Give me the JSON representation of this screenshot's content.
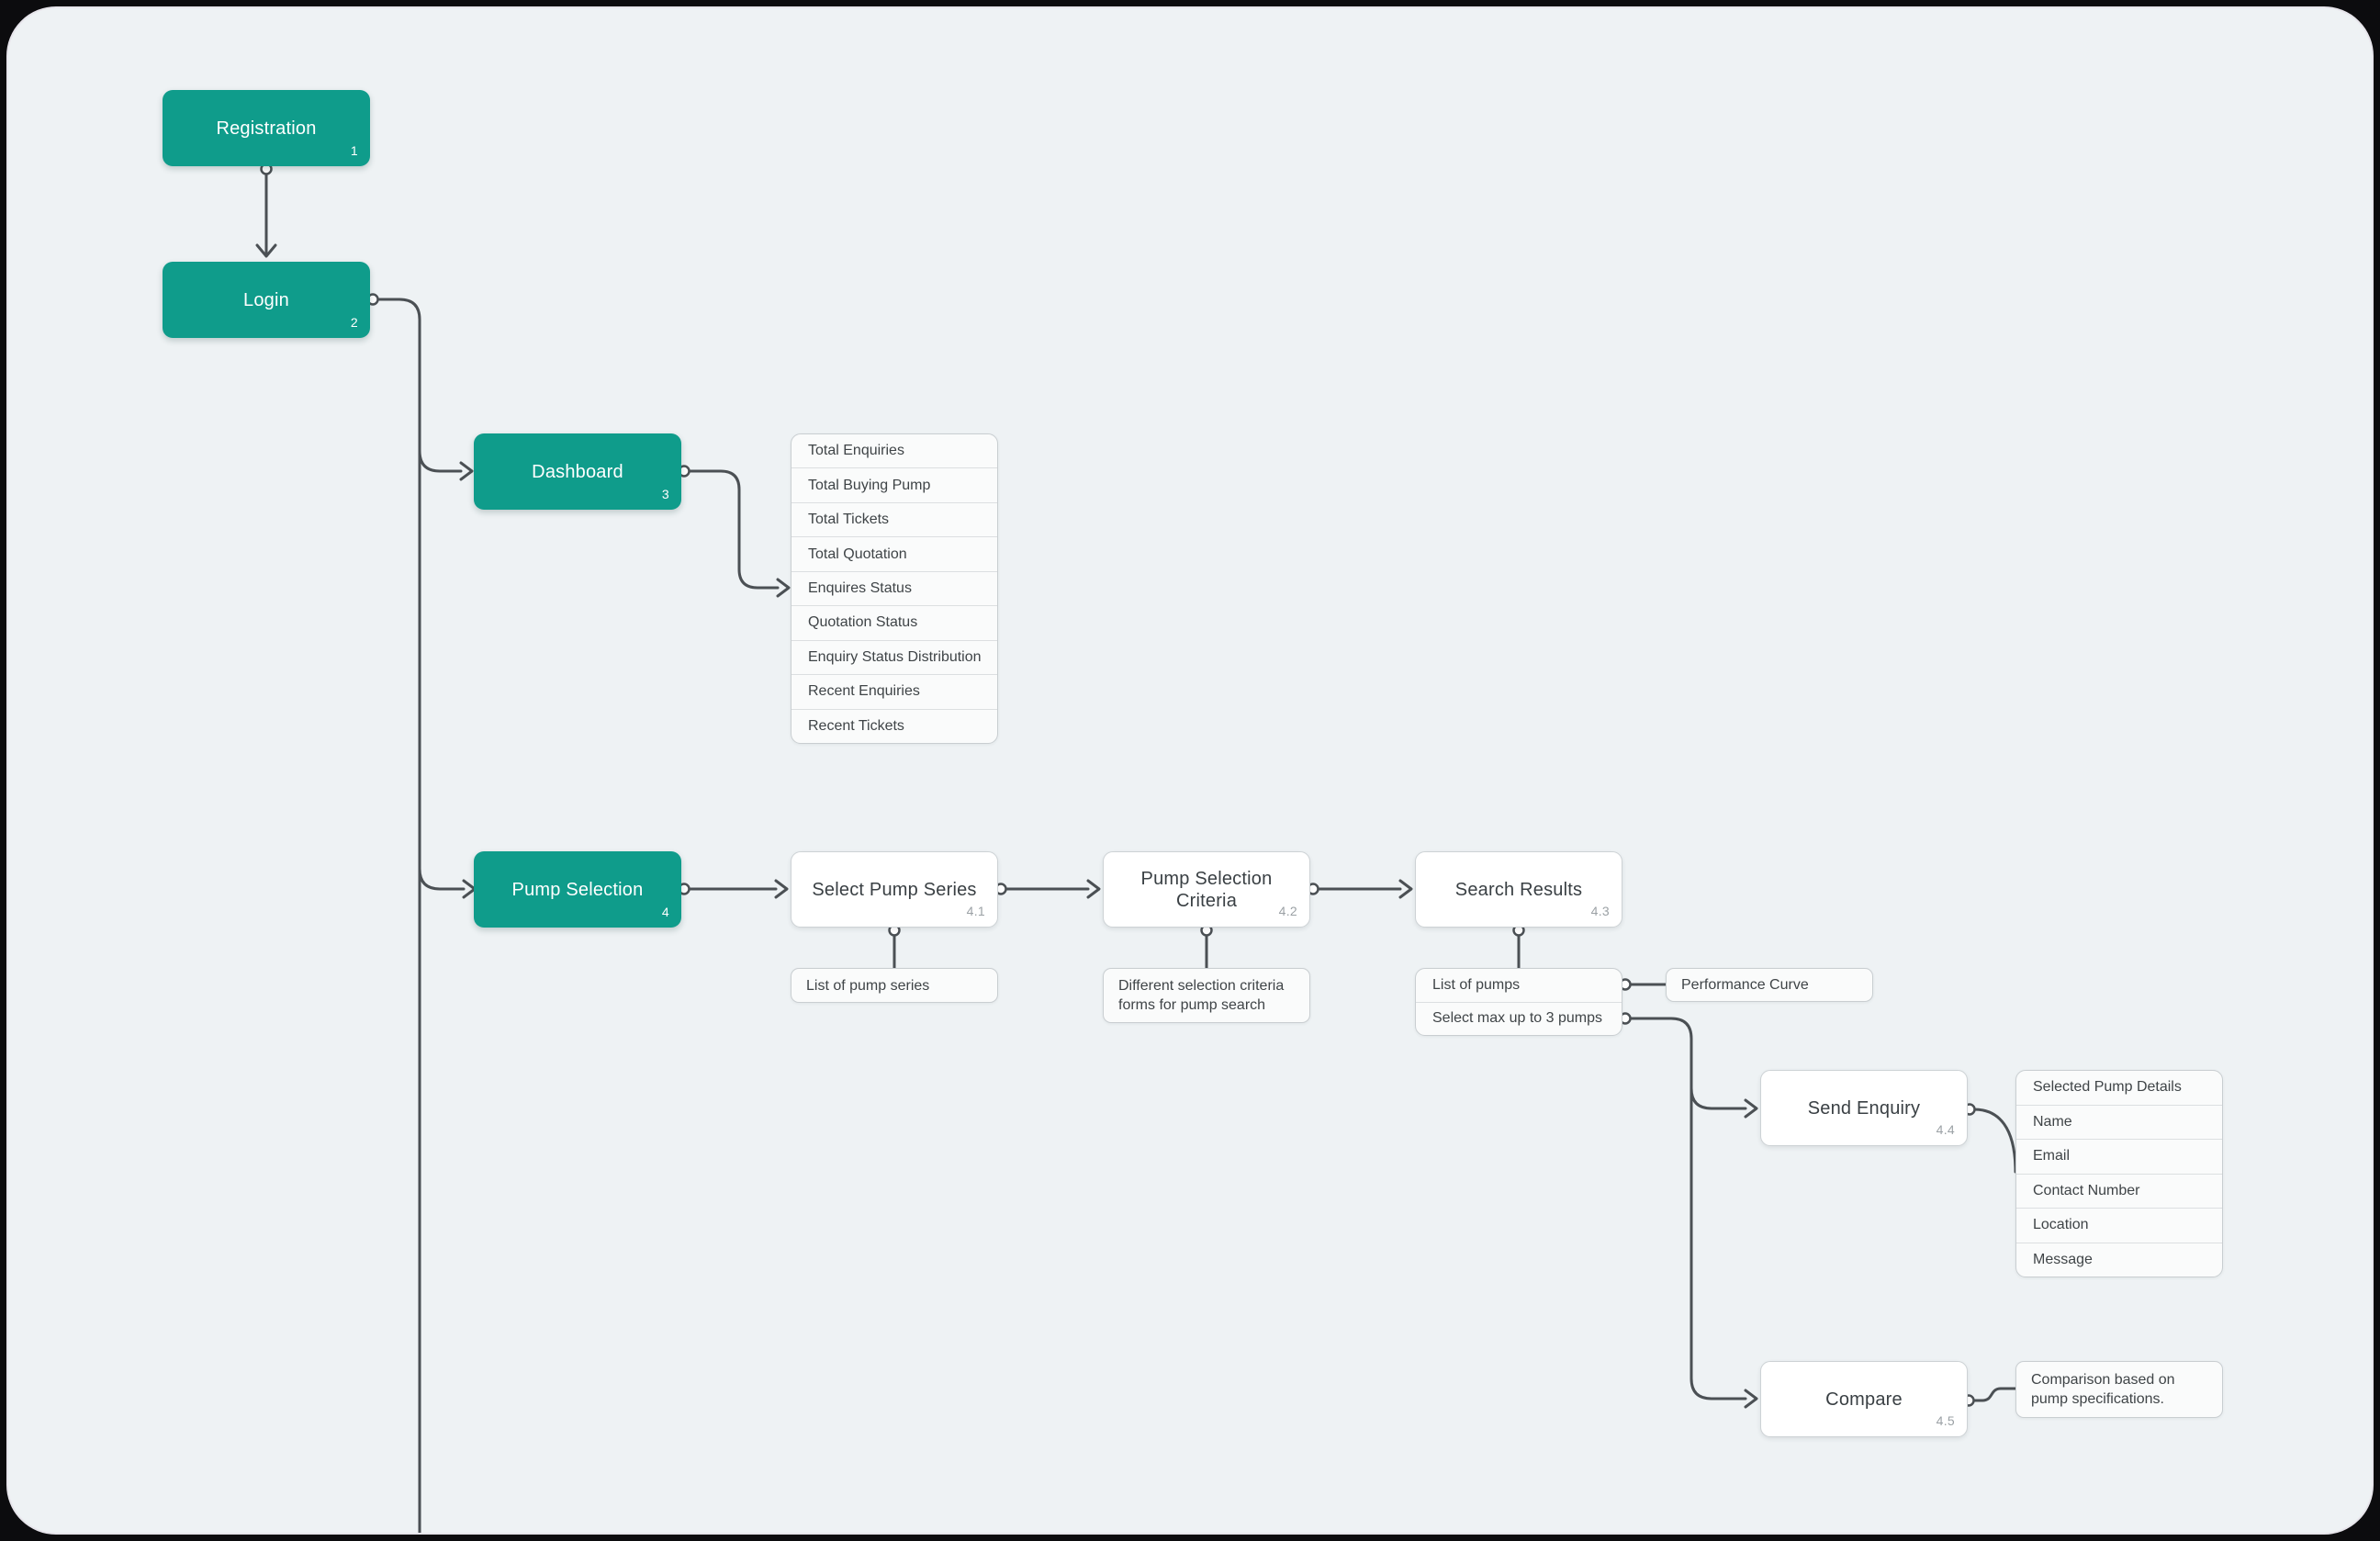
{
  "colors": {
    "accent_teal": "#0f9c8b",
    "connector_line": "#4b5054",
    "canvas_background": "#eef2f4",
    "frame_background": "#0c0c0e"
  },
  "nodes": {
    "registration": {
      "label": "Registration",
      "badge": "1"
    },
    "login": {
      "label": "Login",
      "badge": "2"
    },
    "dashboard": {
      "label": "Dashboard",
      "badge": "3"
    },
    "pump_selection": {
      "label": "Pump Selection",
      "badge": "4"
    },
    "select_pump_series": {
      "label": "Select Pump Series",
      "badge": "4.1"
    },
    "pump_selection_criteria": {
      "label": "Pump Selection Criteria",
      "badge": "4.2"
    },
    "search_results": {
      "label": "Search Results",
      "badge": "4.3"
    },
    "send_enquiry": {
      "label": "Send Enquiry",
      "badge": "4.4"
    },
    "compare": {
      "label": "Compare",
      "badge": "4.5"
    }
  },
  "lists": {
    "dashboard_widgets": {
      "items": [
        "Total Enquiries",
        "Total Buying Pump",
        "Total Tickets",
        "Total Quotation",
        "Enquires Status",
        "Quotation Status",
        "Enquiry Status Distribution",
        "Recent Enquiries",
        "Recent Tickets"
      ]
    },
    "search_results_options": {
      "items": [
        "List of pumps",
        "Select max up to 3 pumps"
      ]
    },
    "enquiry_form_fields": {
      "items": [
        "Selected Pump Details",
        "Name",
        "Email",
        "Contact Number",
        "Location",
        "Message"
      ]
    }
  },
  "notes": {
    "pump_series": "List of pump series",
    "selection_criteria": "Different selection criteria forms for pump search",
    "performance_curve": "Performance Curve",
    "comparison": "Comparison based on pump specifications."
  }
}
